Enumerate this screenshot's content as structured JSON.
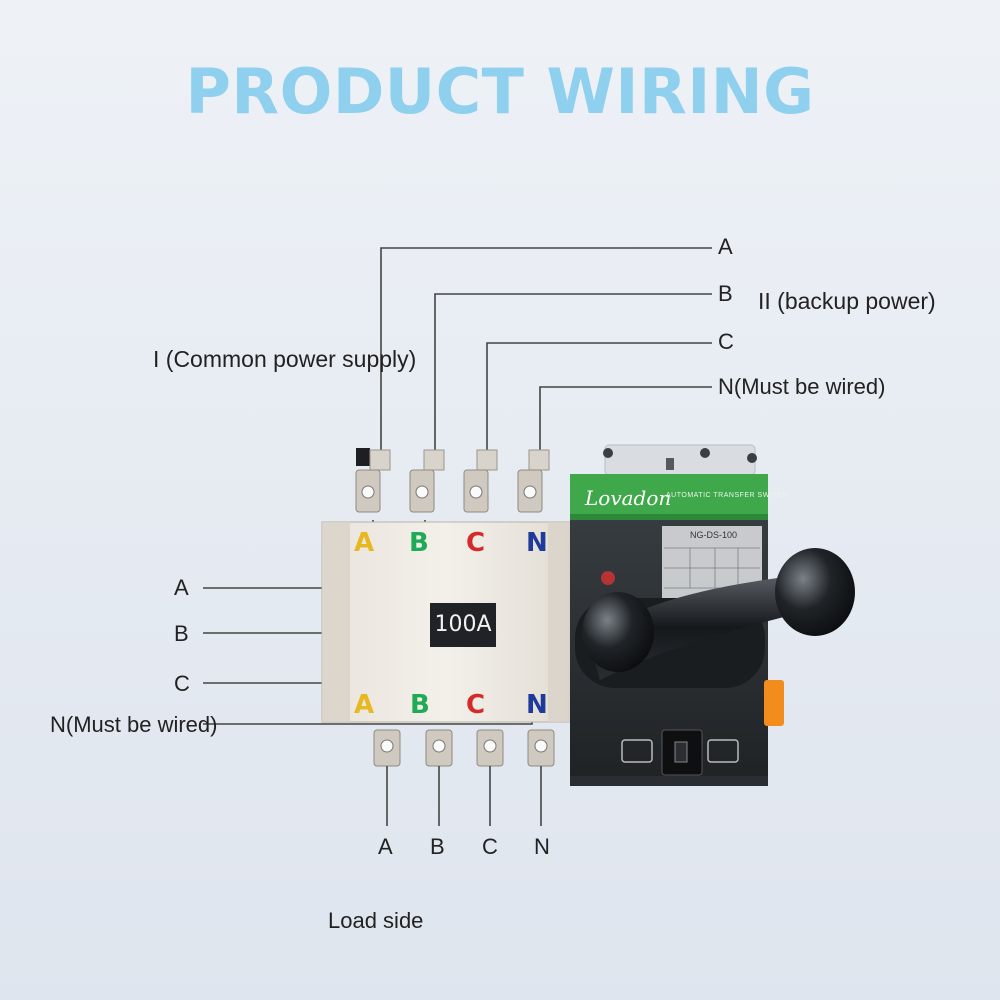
{
  "title": "PRODUCT WIRING",
  "supply_common": {
    "label": "I (Common power supply)",
    "phases": [
      "A",
      "B",
      "C"
    ],
    "neutral": "N(Must be wired)"
  },
  "supply_backup": {
    "label": "II (backup power)",
    "phases": [
      "A",
      "B",
      "C"
    ],
    "neutral": "N(Must be wired)"
  },
  "switch": {
    "brand": "Lovadon",
    "subtitle": "AUTOMATIC TRANSFER SWITCH",
    "model": "NG-DS-100",
    "rating": "100A",
    "phase_marks": [
      "A",
      "B",
      "C",
      "N"
    ],
    "phase_colors": [
      "#e8b820",
      "#1faa55",
      "#d42a2a",
      "#1e3a9a"
    ]
  },
  "load": {
    "terminals": [
      "A",
      "B",
      "C",
      "N"
    ],
    "label": "Load side"
  }
}
